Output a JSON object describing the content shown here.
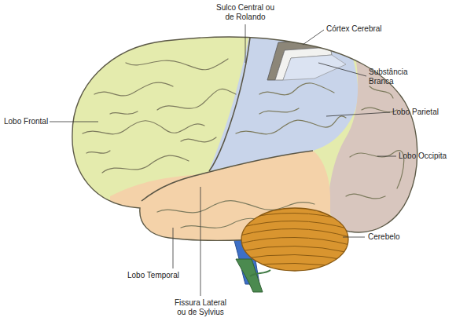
{
  "diagram": {
    "labels": [
      "Sulco Central ou de Rolando",
      "Córtex Cerebral",
      "Substância Branca",
      "Lobo Parietal",
      "Lobo Occipita",
      "Cerebelo",
      "Lobo Temporal",
      "Fissura Lateral ou de Sylvius",
      "Lobo Frontal"
    ]
  }
}
